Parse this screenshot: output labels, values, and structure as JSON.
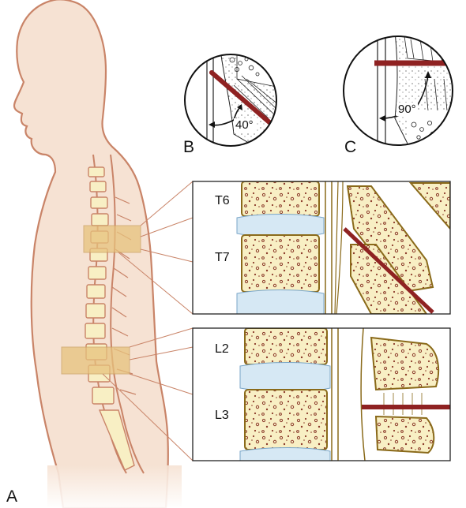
{
  "figure": {
    "panel_labels": {
      "a": "A",
      "b": "B",
      "c": "C"
    },
    "angle_labels": {
      "b": "40°",
      "c": "90°"
    },
    "vertebra_labels": {
      "t6": "T6",
      "t7": "T7",
      "l2": "L2",
      "l3": "L3"
    },
    "colors": {
      "skin_fill": "#f6e2d3",
      "skin_outline": "#c98468",
      "bone_fill": "#f8efc4",
      "bone_outline": "#8a6a1a",
      "trabecular_dots": "#8b3a2a",
      "needle": "#8f2222",
      "disc": "#d6e8f4",
      "highlight_box": "#e7c27d"
    }
  }
}
